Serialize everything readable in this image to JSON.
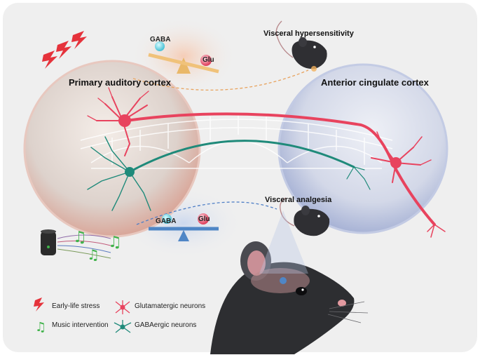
{
  "regions": {
    "left": "Primary auditory cortex",
    "right": "Anterior cingulate cortex"
  },
  "outcomes": {
    "top": "Visceral hypersensitivity",
    "bottom": "Visceral analgesia"
  },
  "balance_top": {
    "gaba": "GABA",
    "glu": "Glu"
  },
  "balance_bottom": {
    "gaba": "GABA",
    "glu": "Glu"
  },
  "legend": {
    "stress": "Early-life stress",
    "music": "Music intervention",
    "glutamatergic": "Glutamatergic neurons",
    "gabaergic": "GABAergic neurons"
  },
  "colors": {
    "glutamatergic": "#e8435e",
    "gabaergic": "#1f8a7a",
    "stress": "#e5323b",
    "music": "#3fb24a",
    "top_beam": "#f0c27a",
    "bottom_beam": "#4f86c6"
  },
  "icons": [
    "lightning-icon",
    "music-note-icon",
    "speaker-icon",
    "mouse-icon",
    "balance-icon",
    "neuron-icon"
  ]
}
